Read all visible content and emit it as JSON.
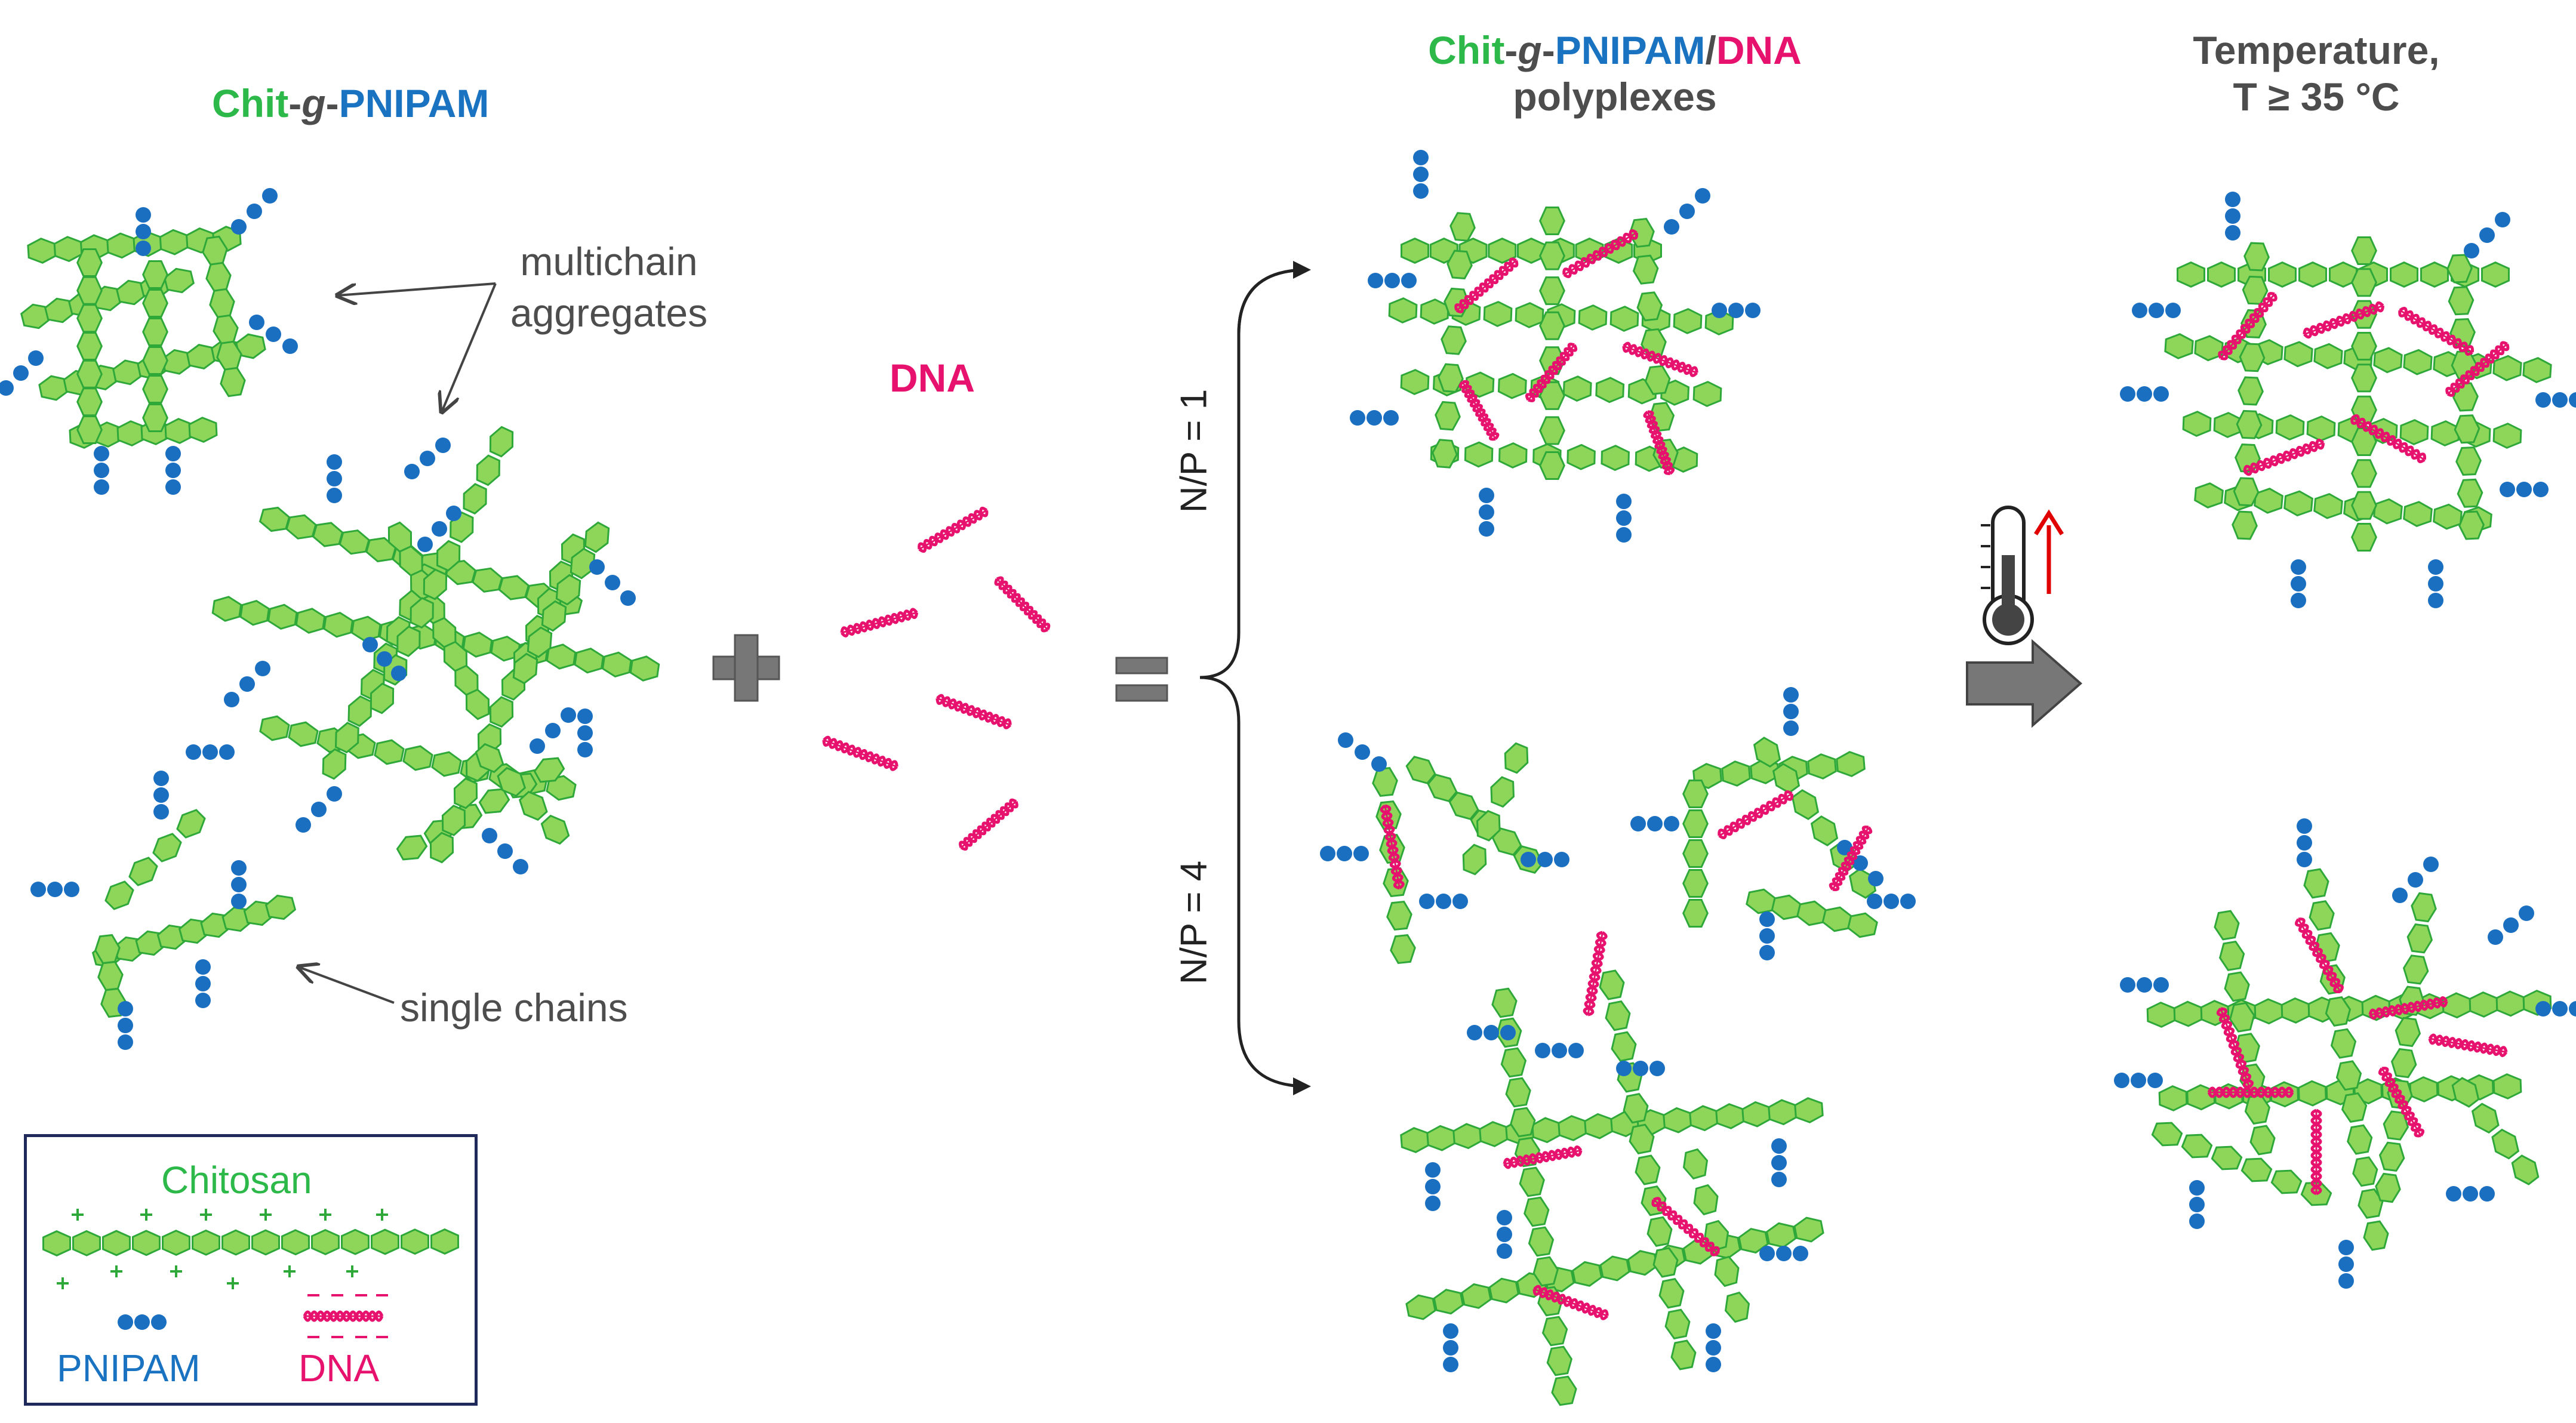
{
  "titles": {
    "left": {
      "chit": "Chit",
      "dash1": "-",
      "g": "g",
      "dash2": "-",
      "pnipam": "PNIPAM"
    },
    "middle": {
      "chit": "Chit",
      "dash1": "-",
      "g": "g",
      "dash2": "-",
      "pnipam": "PNIPAM",
      "slash": "/",
      "dna": "DNA",
      "line2": "polyplexes"
    },
    "right": {
      "line1": "Temperature,",
      "line2": "T ≥ 35 °C"
    }
  },
  "annotations": {
    "multichain_line1": "multichain",
    "multichain_line2": "aggregates",
    "single_chains": "single chains",
    "dna": "DNA"
  },
  "ratios": {
    "np1": "N/P = 1",
    "np4": "N/P = 4"
  },
  "legend": {
    "chitosan": "Chitosan",
    "pnipam": "PNIPAM",
    "dna": "DNA"
  },
  "colors": {
    "chitosan_fill": "#8ed65a",
    "chitosan_stroke": "#2fa83a",
    "pnipam": "#1a6fc1",
    "dna": "#e6126e",
    "arrow_gray": "#777777",
    "thermo_arrow": "#e00000"
  }
}
